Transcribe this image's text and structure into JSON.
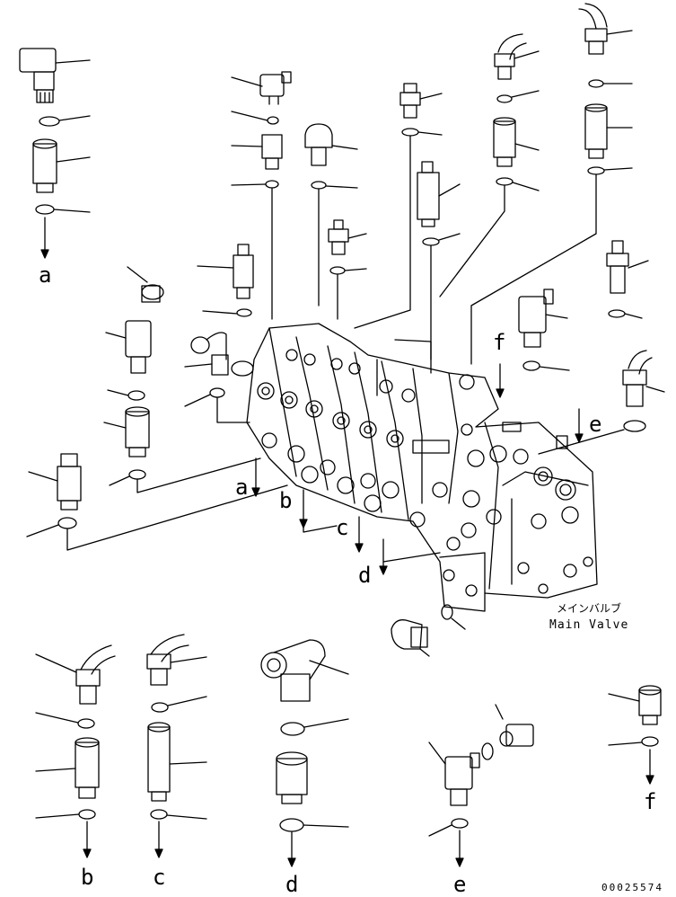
{
  "labels": {
    "a": "a",
    "b": "b",
    "c": "c",
    "d": "d",
    "e": "e",
    "f": "f"
  },
  "main_valve": {
    "label_jp": "メインバルブ",
    "label_en": "Main Valve"
  },
  "part_number": "00025574",
  "colors": {
    "line": "#000000",
    "background": "#ffffff"
  }
}
